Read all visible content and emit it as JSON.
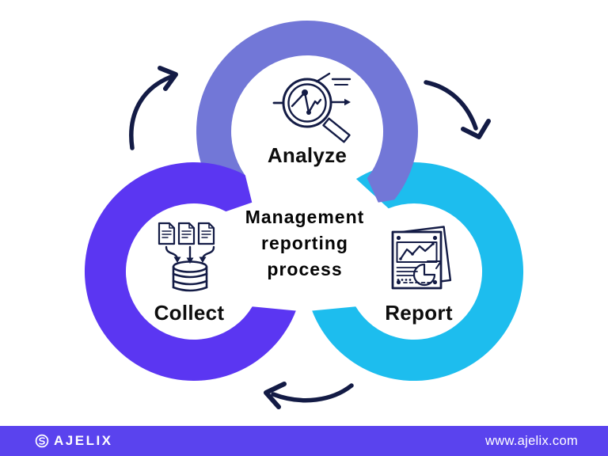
{
  "title": {
    "lines": [
      "Management",
      "reporting",
      "process"
    ]
  },
  "steps": [
    {
      "id": "analyze",
      "label": "Analyze",
      "icon": "magnifier-analytics-icon",
      "ring_color": "#7277d7"
    },
    {
      "id": "collect",
      "label": "Collect",
      "icon": "documents-to-database-icon",
      "ring_color": "#5b36f2"
    },
    {
      "id": "report",
      "label": "Report",
      "icon": "report-document-charts-icon",
      "ring_color": "#1dbdee"
    }
  ],
  "flow_arrows": [
    {
      "from": "collect",
      "to": "analyze"
    },
    {
      "from": "analyze",
      "to": "report"
    },
    {
      "from": "report",
      "to": "collect"
    }
  ],
  "colors": {
    "background": "#ffffff",
    "ring_analyze": "#7277d7",
    "ring_collect": "#5b36f2",
    "ring_report": "#1dbdee",
    "outline": "#131b45",
    "label_text": "#0d0d0d",
    "title_text": "#050505",
    "footer_bg": "#5a43ee",
    "footer_text": "#ffffff"
  },
  "footer": {
    "brand": "AJELIX",
    "logo_icon": "ajelix-logo-icon",
    "website": "www.ajelix.com"
  }
}
